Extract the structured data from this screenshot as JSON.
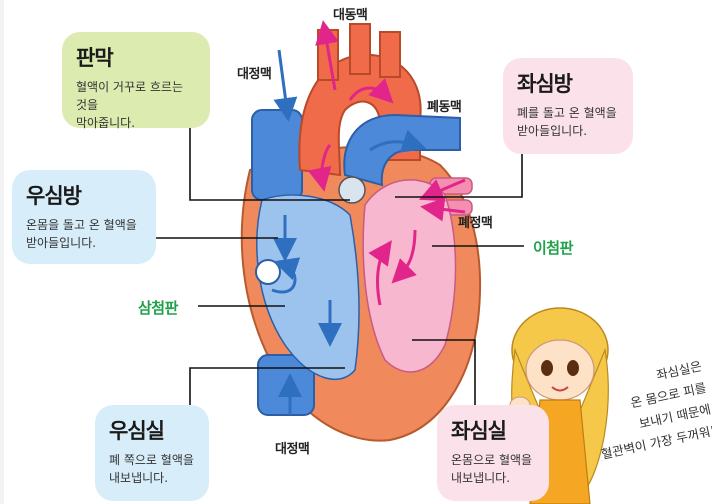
{
  "labels": {
    "aorta": "대동맥",
    "vena_cava_top": "대정맥",
    "vena_cava_bottom": "대정맥",
    "pulmonary_artery": "폐동맥",
    "pulmonary_vein": "폐정맥",
    "bicuspid": "이첨판",
    "tricuspid": "삼첨판"
  },
  "boxes": {
    "valve": {
      "title": "판막",
      "desc_line1": "혈액이 거꾸로 흐르는 것을",
      "desc_line2": "막아줍니다."
    },
    "right_atrium": {
      "title": "우심방",
      "desc_line1": "온몸을 돌고 온 혈액을",
      "desc_line2": "받아들입니다."
    },
    "left_atrium": {
      "title": "좌심방",
      "desc_line1": "폐를 돌고 온 혈액을",
      "desc_line2": "받아들입니다."
    },
    "right_ventricle": {
      "title": "우심실",
      "desc_line1": "폐 쪽으로 혈액을",
      "desc_line2": "내보냅니다."
    },
    "left_ventricle": {
      "title": "좌심실",
      "desc_line1": "온몸으로 혈액을",
      "desc_line2": "내보냅니다."
    }
  },
  "character_note": {
    "line1": "좌심실은",
    "line2": "온 몸으로 피를",
    "line3": "보내기 때문에",
    "line4": "혈관벽이 가장 두꺼워!"
  },
  "colors": {
    "valve_box": "#dcebb0",
    "right_atrium_box": "#d7eefa",
    "left_atrium_box": "#fbe1ea",
    "right_ventricle_box": "#d7eefa",
    "left_ventricle_box": "#fbe1ea",
    "label_green": "#1fa24a",
    "blood_blue": "#3b78c8",
    "blood_pink": "#e2258a"
  }
}
